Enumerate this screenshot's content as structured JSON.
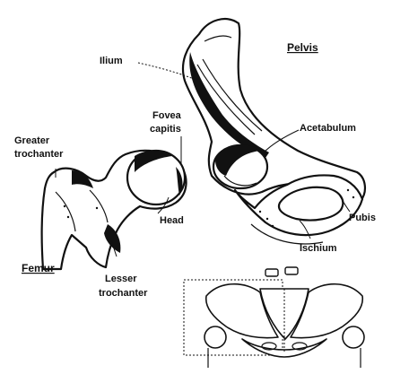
{
  "labels": {
    "pelvis": "Pelvis",
    "ilium": "Ilium",
    "acetabulum": "Acetabulum",
    "pubis": "Pubis",
    "ischium": "Ischium",
    "fovea_line1": "Fovea",
    "fovea_line2": "capitis",
    "greater_line1": "Greater",
    "greater_line2": "trochanter",
    "head": "Head",
    "femur": "Femur",
    "lesser_line1": "Lesser",
    "lesser_line2": "trochanter"
  },
  "colors": {
    "ink": "#111111",
    "background": "#ffffff"
  }
}
